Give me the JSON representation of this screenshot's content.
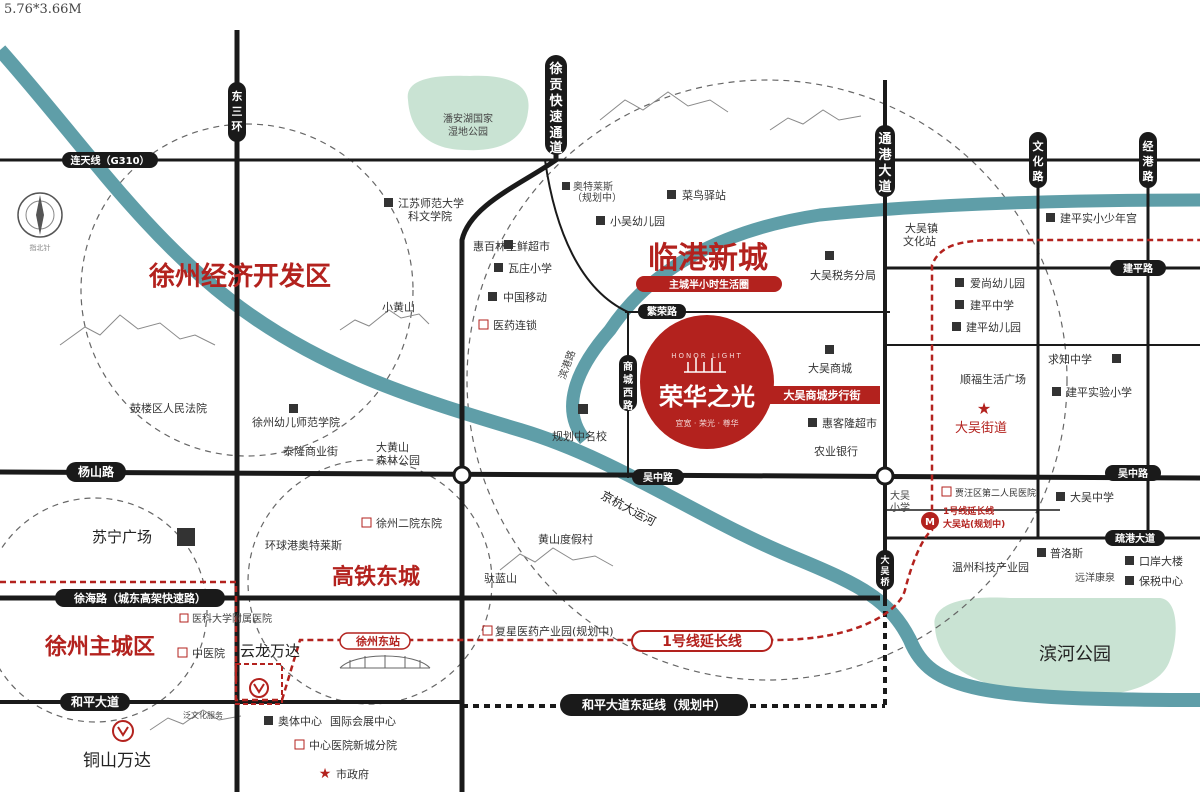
{
  "header": {
    "dimension_note": "5.76*3.66M"
  },
  "districts": {
    "jingji": "徐州经济开发区",
    "lingang": "临港新城",
    "gaotie": "高铁东城",
    "zhucheng": "徐州主城区"
  },
  "project": {
    "name": "荣华之光",
    "slogan_top": "HONOR   LIGHT",
    "slogan_bottom": "宜宽 · 荣光 · 尊华",
    "lingang_tagline": "主城半小时生活圈",
    "street_label": "大吴商城步行街"
  },
  "roads": {
    "liantian": "连天线（G310）",
    "yangshan": "杨山路",
    "xuhai": "徐海路（城东高架快速路）",
    "heping": "和平大道",
    "heping_east": "和平大道东延线（规划中）",
    "wuzhong_w": "吴中路",
    "wuzhong_e": "吴中路",
    "jianping": "建平路",
    "shuhai": "疏港大道",
    "fanrong": "繁荣路",
    "dongsan": "东三环",
    "xugong": "徐贡快速通道",
    "tonggang": "通港大道",
    "wenhua": "文化路",
    "jinggang": "经港路",
    "shangcheng": "商城西路",
    "dawu_bridge": "大吴桥",
    "canal": "京杭大运河",
    "binhe_road": "滨港路",
    "metro_ext": "1号线延长线"
  },
  "parks": {
    "panan": "潘安湖国家湿地公园",
    "binhe": "滨河公园"
  },
  "compass": {
    "label": "指北针"
  },
  "metro": {
    "line_label": "1号线延长线",
    "station": "大吴站(规划中)",
    "xuzhou_east": "徐州东站"
  },
  "pois": {
    "jiangsu_normal": "江苏师范大学",
    "jiangsu_normal2": "科文学院",
    "outlet": "奥特莱斯",
    "outlet_plan": "（规划中）",
    "caoniao": "菜鸟驿站",
    "xiaowu_kg": "小吴幼儿园",
    "huibai": "惠百林生鲜超市",
    "wayang": "瓦庄小学",
    "mobile": "中国移动",
    "pharmacy": "医药连锁",
    "tax": "大吴税务分局",
    "xiaohuangshan": "小黄山",
    "gulou_court": "鼓楼区人民法院",
    "kg_normal": "徐州幼儿师范学院",
    "tailong": "泰隆商业街",
    "dahuangshan": "大黄山",
    "senlin": "森林公园",
    "guihua": "规划中名校",
    "dawu_mall": "大吴商城",
    "huijia": "惠客隆超市",
    "abc_bank": "农业银行",
    "dawuzhen": "大吴镇",
    "wenhuazhan": "文化站",
    "jianping_youth": "建平实小少年宫",
    "aishang_kg": "爱尚幼儿园",
    "jianping_mid": "建平中学",
    "jianping_kg": "建平幼儿园",
    "qiuzhi": "求知中学",
    "shunfu": "顺福生活广场",
    "jianping_exp": "建平实验小学",
    "dawu_street": "大吴街道",
    "dawu_primary": "大吴",
    "dawu_primary2": "小学",
    "hospital2": "贾汪区第二人民医院",
    "dawu_middle": "大吴中学",
    "wenzhou": "温州科技产业园",
    "pulosi": "普洛斯",
    "kouan": "口岸大楼",
    "yuanyang": "远洋康泉",
    "baoshui": "保税中心",
    "suning": "苏宁广场",
    "xz_second_east": "徐州二院东院",
    "global_outlet": "环球港奥特莱斯",
    "huangshan_resort": "黄山度假村",
    "tuolan": "驮蓝山",
    "fuxing": "复星医药产业园(规划中)",
    "med_univ": "医科大学附属医院",
    "zy_hospital": "中医院",
    "yunlong": "云龙万达",
    "sports": "奥体中心",
    "expo": "国际会展中心",
    "central_hosp": "中心医院新城分院",
    "city_gov": "市政府",
    "culture_sub": "泛文化服务",
    "tongshan": "铜山万达"
  },
  "colors": {
    "accent_red": "#b3221e",
    "river_teal": "#5f9ea8",
    "park_green": "#c9e3d3",
    "road_dark": "#1a1a1a",
    "metro_dash": "#b3221e"
  }
}
